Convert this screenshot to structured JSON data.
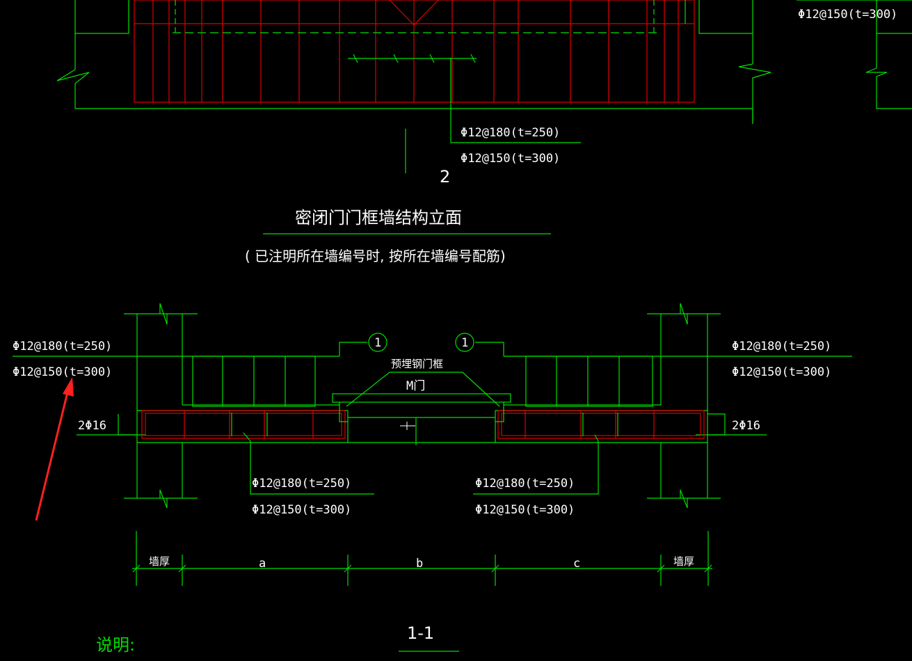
{
  "labels": {
    "rebar_180": "Φ12@180(t=250)",
    "rebar_150": "Φ12@150(t=300)",
    "section_2": "2",
    "elev_title": "密闭门门框墙结构立面",
    "elev_note": "( 已注明所在墙编号时, 按所在墙编号配筋)",
    "callout_1": "1",
    "embedded_frame": "预埋钢门框",
    "door_m": "M门",
    "bars_2phi16": "2Φ16",
    "wall_thickness": "墙厚",
    "dim_a": "a",
    "dim_b": "b",
    "dim_c": "c",
    "section_1_1": "1-1",
    "notes_heading": "说明:"
  },
  "colors": {
    "background": "#000000",
    "line_green": "#00e000",
    "rebar_red": "#e00000",
    "text_white": "#ffffff",
    "annotation_arrow": "#ff2020"
  }
}
